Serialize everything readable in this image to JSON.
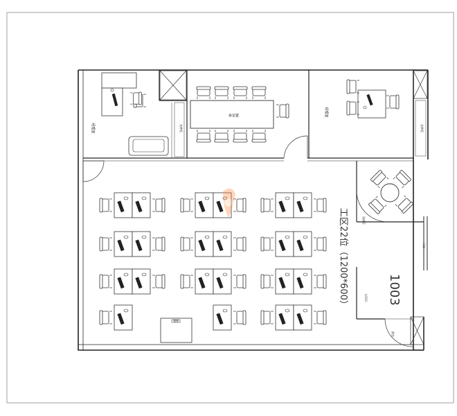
{
  "colors": {
    "line": "#222222",
    "thin": "#777777",
    "accent": "#ff6b1a"
  },
  "rooms": {
    "work_area": "工区22位（1200*600）",
    "unit_number": "1003",
    "meeting_table": "会议室",
    "office_left": "经理室",
    "office_right": "经理室",
    "small_label_a": "文件柜",
    "small_label_b": "文件柜",
    "reception": "洽谈区",
    "front_desk": "前台",
    "store": "储物",
    "side_text": "LOGO",
    "door_label": "门口"
  },
  "icons": {
    "watermark": "logo-watermark"
  }
}
